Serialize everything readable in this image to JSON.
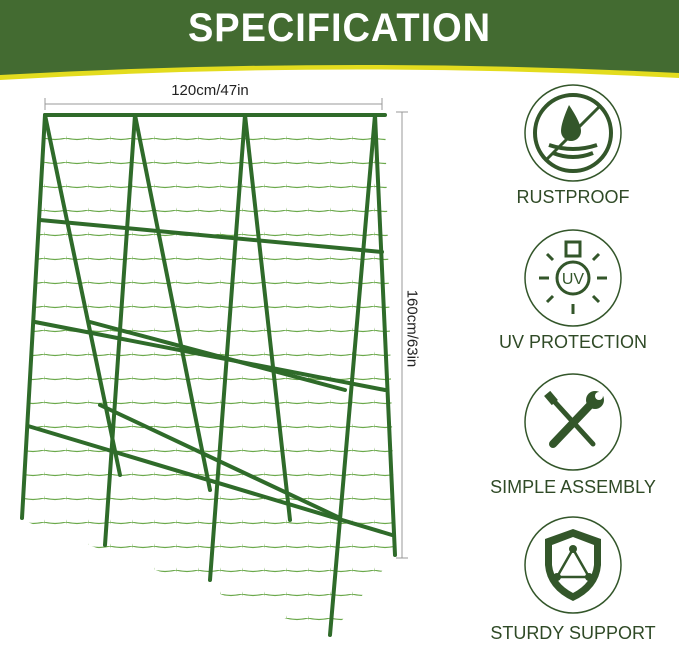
{
  "header": {
    "title": "SPECIFICATION",
    "bg_color": "#436b31",
    "accent_color": "#e3dc1e"
  },
  "dimensions": {
    "width": "120cm/47in",
    "height": "160cm/63in"
  },
  "features": [
    {
      "icon": "rustproof-droplet-icon",
      "label": "RUSTPROOF"
    },
    {
      "icon": "uv-sun-icon",
      "label": "UV PROTECTION"
    },
    {
      "icon": "wrench-screwdriver-icon",
      "label": "SIMPLE ASSEMBLY"
    },
    {
      "icon": "shield-triangle-icon",
      "label": "STURDY SUPPORT"
    }
  ],
  "colors": {
    "icon": "#33562a",
    "trellis": "#2f6b2a",
    "net": "#5a9a3a"
  }
}
